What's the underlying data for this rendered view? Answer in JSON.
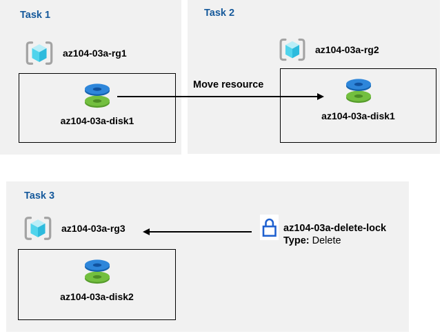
{
  "colors": {
    "page-bg": "#ffffff",
    "panel-bg": "#f1f1f1",
    "title-blue": "#15599b",
    "text": "#000000",
    "line": "#000000",
    "rg-bracket": "#a3a3a3",
    "cube-top": "#b9eef8",
    "cube-left": "#50d4ec",
    "cube-right": "#2dbbdd",
    "disk-blue-top": "#2e86da",
    "disk-blue-rim": "#1563ae",
    "disk-blue-hole": "#11529f",
    "disk-green-top": "#73bf3f",
    "disk-green-rim": "#579d2c",
    "disk-green-hole": "#4c8c26",
    "lock-blue": "#1f61d0",
    "lock-bg": "#ffffff"
  },
  "icons": {
    "resource_group": "resource-group-icon",
    "disk": "disk-icon",
    "lock": "lock-icon"
  },
  "task1": {
    "title": "Task 1",
    "rg_label": "az104-03a-rg1",
    "disk_label": "az104-03a-disk1"
  },
  "task2": {
    "title": "Task 2",
    "rg_label": "az104-03a-rg2",
    "disk_label": "az104-03a-disk1"
  },
  "task3": {
    "title": "Task 3",
    "rg_label": "az104-03a-rg3",
    "disk_label": "az104-03a-disk2"
  },
  "move_arrow": {
    "label": "Move resource"
  },
  "lock": {
    "name": "az104-03a-delete-lock",
    "type_key": "Type:",
    "type_value": "Delete"
  }
}
